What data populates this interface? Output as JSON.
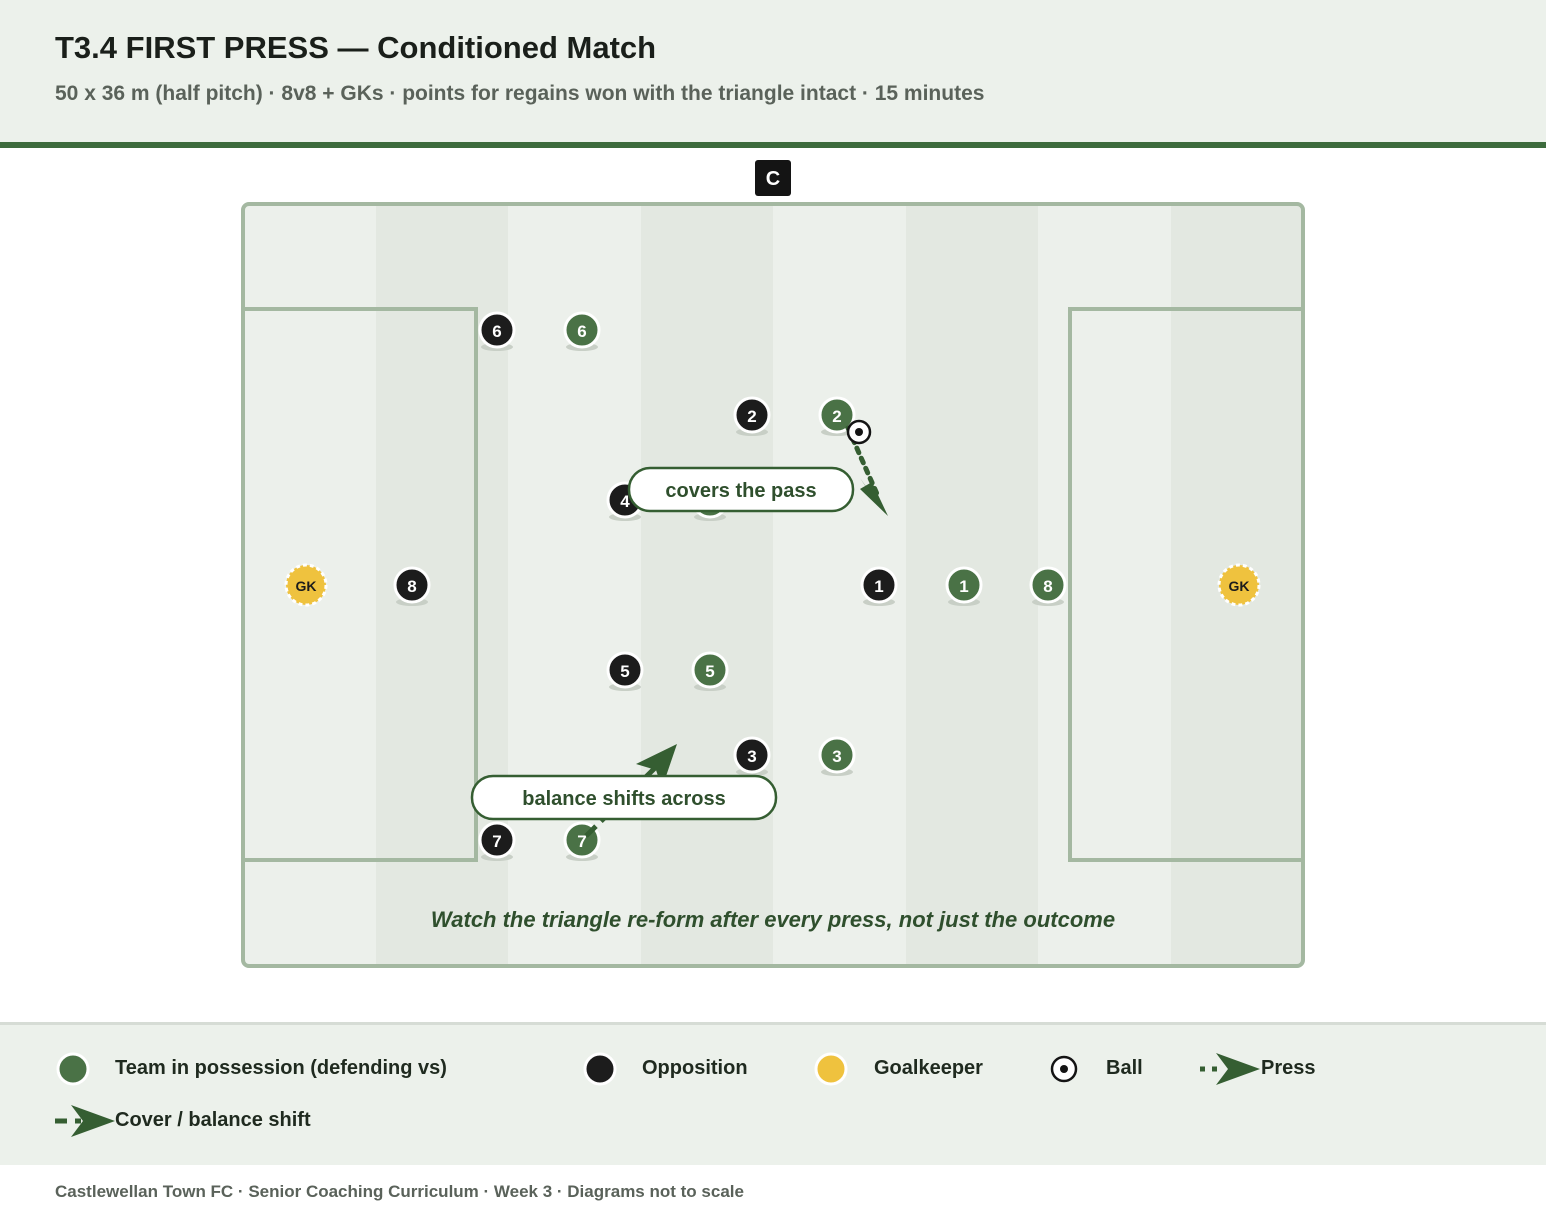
{
  "header": {
    "title": "T3.4 FIRST PRESS — Conditioned Match",
    "subtitle": "50 x 36 m (half pitch) · 8v8 + GKs · points for regains won with the triangle intact · 15 minutes"
  },
  "diagram": {
    "coach_label": "C",
    "callouts": {
      "press": "covers the pass",
      "balance": "balance shifts across"
    },
    "note": "Watch the triangle re-form after every press, not just the outcome",
    "home_team": [
      "6",
      "2",
      "4",
      "1",
      "8",
      "5",
      "3",
      "7"
    ],
    "opposition": [
      "6",
      "2",
      "4",
      "8",
      "1",
      "5",
      "3",
      "7"
    ],
    "goalkeeper_label": "GK"
  },
  "legend": {
    "team": "Team in possession (defending vs)",
    "opposition": "Opposition",
    "goalkeeper": "Goalkeeper",
    "ball": "Ball",
    "press": "Press",
    "cover": "Cover / balance shift"
  },
  "footer": "Castlewellan Town FC · Senior Coaching Curriculum · Week 3 · Diagrams not to scale",
  "colors": {
    "team_green": "#4a7246",
    "opposition_black": "#1c1c1c",
    "goalkeeper_yellow": "#efc23e",
    "arrow_green": "#355e32",
    "pitch_line": "#a4b8a1"
  }
}
